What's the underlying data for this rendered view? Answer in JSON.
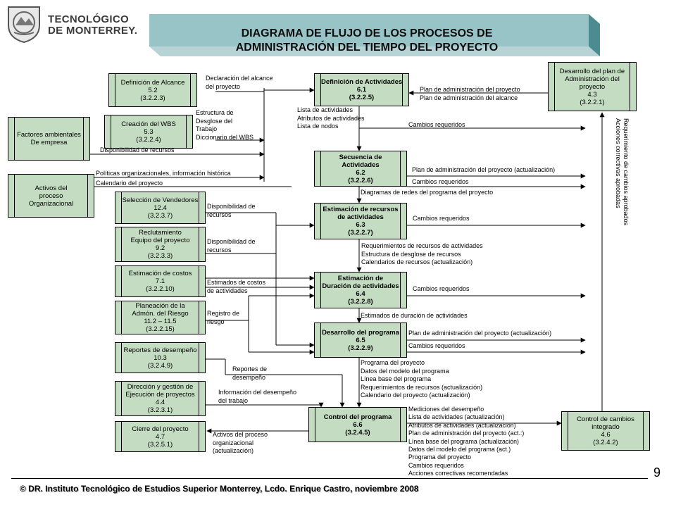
{
  "logo": {
    "line1": "TECNOLÓGICO",
    "line2": "DE MONTERREY."
  },
  "title": {
    "line1": "DIAGRAMA DE FLUJO DE LOS PROCESOS DE",
    "line2": "ADMINISTRACIÓN DEL TIEMPO DEL PROYECTO"
  },
  "boxes": {
    "alcance": [
      "Definición de Alcance",
      "5.2",
      "(3.2.2.3)"
    ],
    "wbs": [
      "Creación del WBS",
      "5.3",
      "(3.2.2.4)"
    ],
    "factores": [
      "Factores ambientales",
      "De empresa"
    ],
    "activos": [
      "Activos del",
      "proceso",
      "Organizacional"
    ],
    "vendedores": [
      "Selección de Vendedores",
      "12.4",
      "(3.2.3.7)"
    ],
    "reclutamiento": [
      "Reclutamiento",
      "Equipo del proyecto",
      "9.2",
      "(3.2.3.3)"
    ],
    "costos": [
      "Estimación de costos",
      "7.1",
      "(3.2.2.10)"
    ],
    "riesgo": [
      "Planeación de la",
      "Admón. del Riesgo",
      "11.2 – 11.5",
      "(3.2.2.15)"
    ],
    "reportes": [
      "Reportes de desempeño",
      "10.3",
      "(3.2.4.9)"
    ],
    "direccion": [
      "Dirección y gestión de",
      "Ejecución de proyectos",
      "4.4",
      "(3.2.3.1)"
    ],
    "cierre": [
      "Cierre del proyecto",
      "4.7",
      "(3.2.5.1)"
    ],
    "p61": [
      "Definición de Actividades",
      "6.1",
      "(3.2.2.5)"
    ],
    "p62": [
      "Secuencia de",
      "Actividades",
      "6.2",
      "(3.2.2.6)"
    ],
    "p63": [
      "Estimación de recursos",
      "de actividades",
      "6.3",
      "(3.2.2.7)"
    ],
    "p64": [
      "Estimación de",
      "Duración de actividades",
      "6.4",
      "(3.2.2.8)"
    ],
    "p65": [
      "Desarrollo del programa",
      "6.5",
      "(3.2.2.9)"
    ],
    "p66": [
      "Control del programa",
      "6.6",
      "(3.2.4.5)"
    ],
    "plan43": [
      "Desarrollo del plan de",
      "Administración del",
      "proyecto",
      "4.3",
      "(3.2.2.1)"
    ],
    "cambios46": [
      "Control de cambios",
      "integrado",
      "4.6",
      "(3.2.4.2)"
    ]
  },
  "labels": {
    "decl_alcance": [
      "Declaración del alcance",
      "del proyecto"
    ],
    "estructura": [
      "Estructura de",
      "Desglose del",
      "Trabajo",
      "Diccionario del WBS"
    ],
    "disp_rec_fact": [
      "Disponibilidad de recursos"
    ],
    "politicas": [
      "Políticas organizacionales, información histórica"
    ],
    "calendario": [
      "Calendario del proyecto"
    ],
    "disp_vend": [
      "Disponibilidad de",
      "recursos"
    ],
    "disp_recl": [
      "Disponibilidad de",
      "recursos"
    ],
    "est_costos": [
      "Estimados de costos",
      "de actividades"
    ],
    "reg_riesgo": [
      "Registro de",
      "riesgo"
    ],
    "rep_desemp": [
      "Reportes de",
      "desempeño"
    ],
    "info_desemp": [
      "Información del desempeño",
      "del trabajo"
    ],
    "activos_act": [
      "Activos del proceso",
      "organizacional",
      "(actualización)"
    ],
    "out61": [
      "Lista de actividades",
      "Atributos de actividades",
      "Lista de nodos"
    ],
    "plan_in61": [
      "Plan de administración del proyecto",
      "Plan de administración del alcance"
    ],
    "cambios61": [
      "Cambios requeridos"
    ],
    "plan62": [
      "Plan de administración del proyecto (actualización)"
    ],
    "cambios62": [
      "Cambios requeridos"
    ],
    "diagramas": [
      "Diagramas de redes del programa del proyecto"
    ],
    "cambios63": [
      "Cambios requeridos"
    ],
    "out63": [
      "Requerimientos de recursos de actividades",
      "Estructura de desglose de recursos",
      "Calendarios de recursos (actualización)"
    ],
    "cambios64": [
      "Cambios requeridos"
    ],
    "out64": [
      "Estimados de duración de actividades"
    ],
    "plan65": [
      "Plan de administración del proyecto (actualización)"
    ],
    "cambios65": [
      "Cambios requeridos"
    ],
    "out65": [
      "Programa del proyecto",
      "Datos del modelo del programa",
      "Línea base del programa",
      "Requerimientos de recursos (actualización)",
      "Calendario del proyecto (actualización)"
    ],
    "out66": [
      "Mediciones del desempeño",
      "Lista de actividades (actualización)",
      "Atributos de actividades (actualización)",
      "Plan de administración del proyecto (act.:)",
      "Línea base del programa (actualización)",
      "Datos del modelo del programa (act.)",
      "Programa del proyecto",
      "Cambios requeridos",
      "Acciones correctivas recomendadas"
    ],
    "vertical": [
      "Requerimiento de cambios aprobados",
      "Acciones correctivas aprobadas"
    ]
  },
  "page_number": "9",
  "footer": "© DR. Instituto Tecnológico de Estudios Superior  Monterrey, Lcdo. Enrique Castro, noviembre 2008",
  "colors": {
    "box_fill": "#c4ddc2",
    "banner_front": "#99c4c7",
    "banner_side": "#4c8b90"
  }
}
